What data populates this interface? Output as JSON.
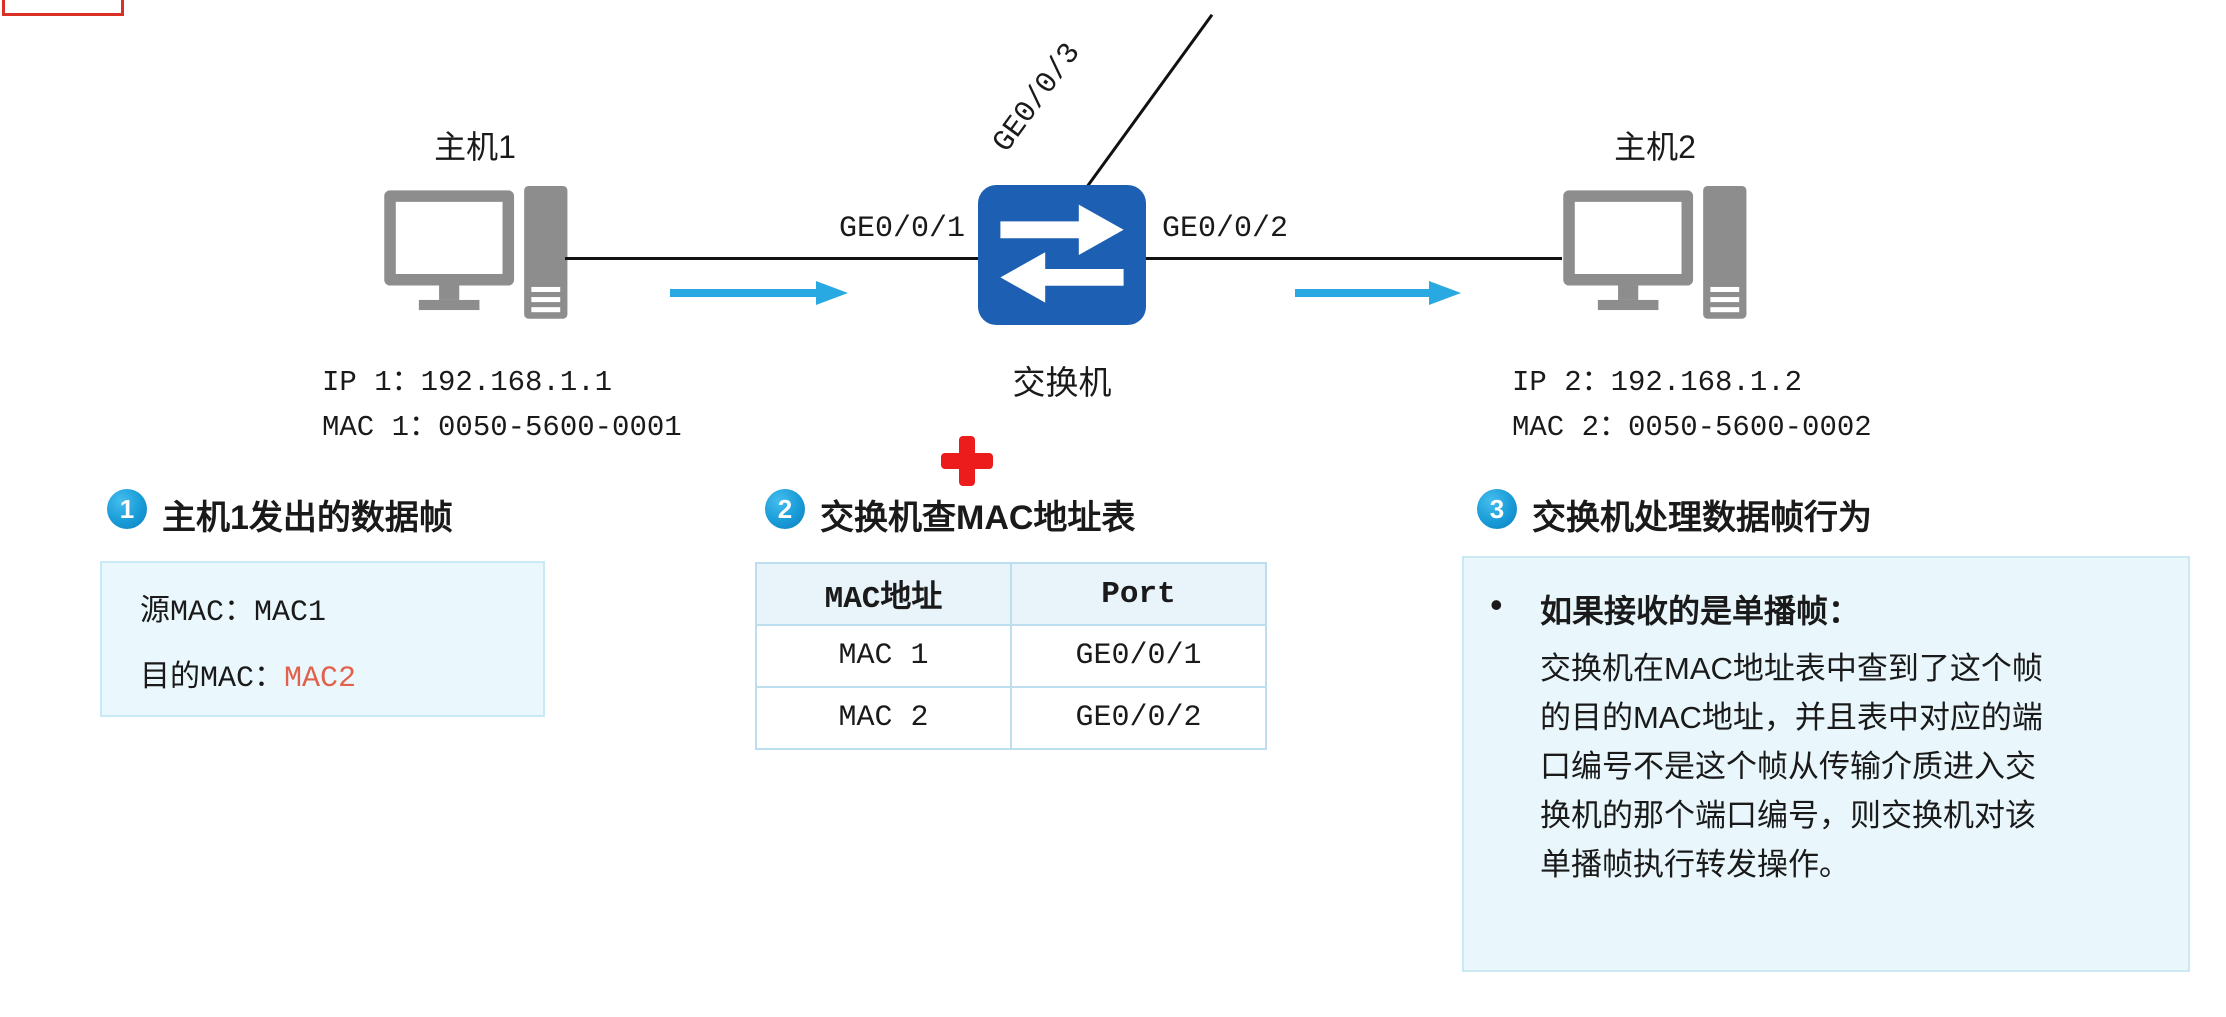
{
  "topology": {
    "host1": {
      "label": "主机1",
      "info": "IP 1：192.168.1.1\nMAC 1：0050-5600-0001"
    },
    "host2": {
      "label": "主机2",
      "info": "IP 2：192.168.1.2\nMAC 2：0050-5600-0002"
    },
    "switch_label": "交换机",
    "port_left": "GE0/0/1",
    "port_right": "GE0/0/2",
    "port_top": "GE0/0/3"
  },
  "steps": {
    "one": {
      "num": "1",
      "title": "主机1发出的数据帧",
      "frame_src": "源MAC：MAC1",
      "frame_dst_label": "目的MAC：",
      "frame_dst_value": "MAC2"
    },
    "two": {
      "num": "2",
      "title": "交换机查MAC地址表"
    },
    "three": {
      "num": "3",
      "title": "交换机处理数据帧行为",
      "bullet": "•",
      "subtitle": "如果接收的是单播帧：",
      "body": "交换机在MAC地址表中查到了这个帧\n的目的MAC地址，并且表中对应的端\n口编号不是这个帧从传输介质进入交\n换机的那个端口编号，则交换机对该\n单播帧执行转发操作。"
    }
  },
  "mac_table": {
    "headers": [
      "MAC地址",
      "Port"
    ],
    "rows": [
      [
        "MAC 1",
        "GE0/0/1"
      ],
      [
        "MAC 2",
        "GE0/0/2"
      ]
    ]
  },
  "colors": {
    "switch_blue": "#1d5fb2",
    "arrow_blue": "#29a9e1",
    "step_circle_blue": "#189bd7",
    "cross_red": "#ed1c1c",
    "highlight_red_text": "#e2614c",
    "box_bg": "#eaf8fd",
    "box_border": "#c9eaf5",
    "table_header_bg": "#e9f3fa",
    "table_border": "#bddeee",
    "device_gray": "#8d8d8d"
  }
}
